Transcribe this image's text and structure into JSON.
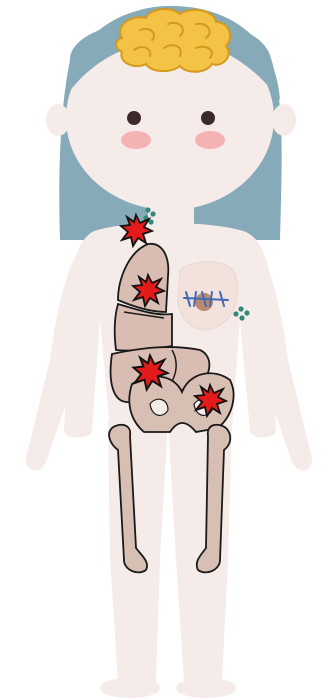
{
  "figure": {
    "colors": {
      "background": "#ffffff",
      "hair": "#86aab8",
      "skin": "#f5ecea",
      "skin_shadow": "#eadbd8",
      "brain": "#f4c244",
      "brain_outline": "#d49a1e",
      "eyes": "#3a2a2a",
      "cheeks": "#f4b3b3",
      "organ_fill": "#d9bdb3",
      "organ_outline": "#1a1a1a",
      "bone": "#d8bfb3",
      "breast": "#f3e1db",
      "nipple": "#b98a6e",
      "stitch": "#4169b8",
      "lesion_red": "#e31b1b",
      "lesion_outline": "#111111",
      "dot_marker": "#2f8a77"
    },
    "icons": {
      "brain": "brain-icon",
      "lesion": "burst-icon",
      "suture": "stitch-icon",
      "marker": "dots-icon"
    },
    "lesions": [
      {
        "id": "lesion-axilla",
        "organ": "axilla"
      },
      {
        "id": "lesion-upper-lung",
        "organ": "upper-lung"
      },
      {
        "id": "lesion-liver",
        "organ": "liver"
      },
      {
        "id": "lesion-pelvis",
        "organ": "pelvis"
      }
    ]
  }
}
